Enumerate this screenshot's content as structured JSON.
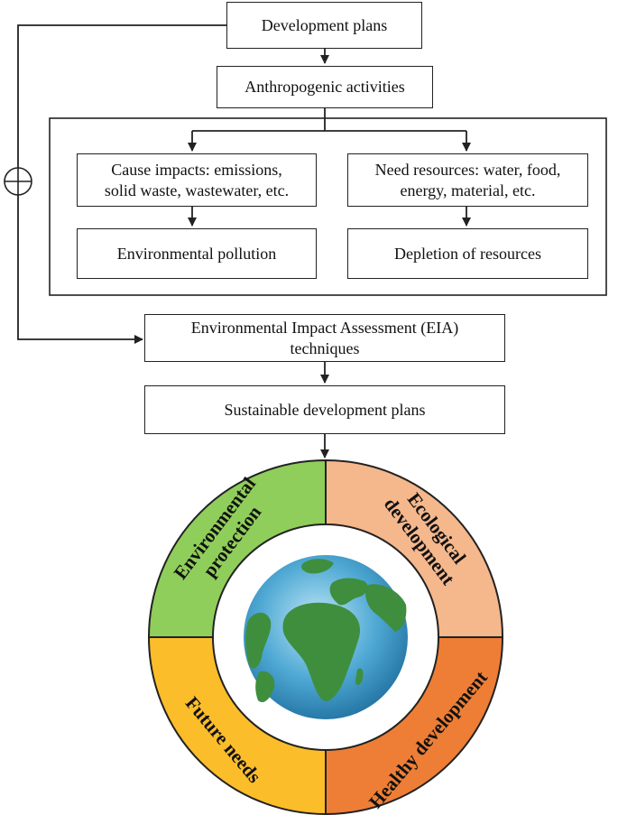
{
  "nodes": {
    "development_plans": "Development plans",
    "anthropogenic_activities": "Anthropogenic activities",
    "cause_impacts": "Cause impacts: emissions,\nsolid waste, wastewater, etc.",
    "need_resources": "Need resources: water, food,\nenergy, material, etc.",
    "environmental_pollution": "Environmental pollution",
    "depletion_of_resources": "Depletion of resources",
    "eia_techniques": "Environmental Impact Assessment (EIA)\ntechniques",
    "sustainable_plans": "Sustainable development plans"
  },
  "wheel": {
    "segments": [
      {
        "key": "environmental",
        "lines": [
          "Environmental",
          "protection"
        ],
        "color": "#8fce5a"
      },
      {
        "key": "ecological",
        "lines": [
          "Ecological",
          "development"
        ],
        "color": "#f5b78c"
      },
      {
        "key": "healthy",
        "lines": [
          "Healthy development"
        ],
        "color": "#ee7e36"
      },
      {
        "key": "future",
        "lines": [
          "Future needs"
        ],
        "color": "#fcbd2a"
      }
    ],
    "center_icon": "globe-icon"
  },
  "colors": {
    "stroke": "#222222",
    "ocean": "#3f9cc9",
    "land": "#3e8e3e"
  }
}
